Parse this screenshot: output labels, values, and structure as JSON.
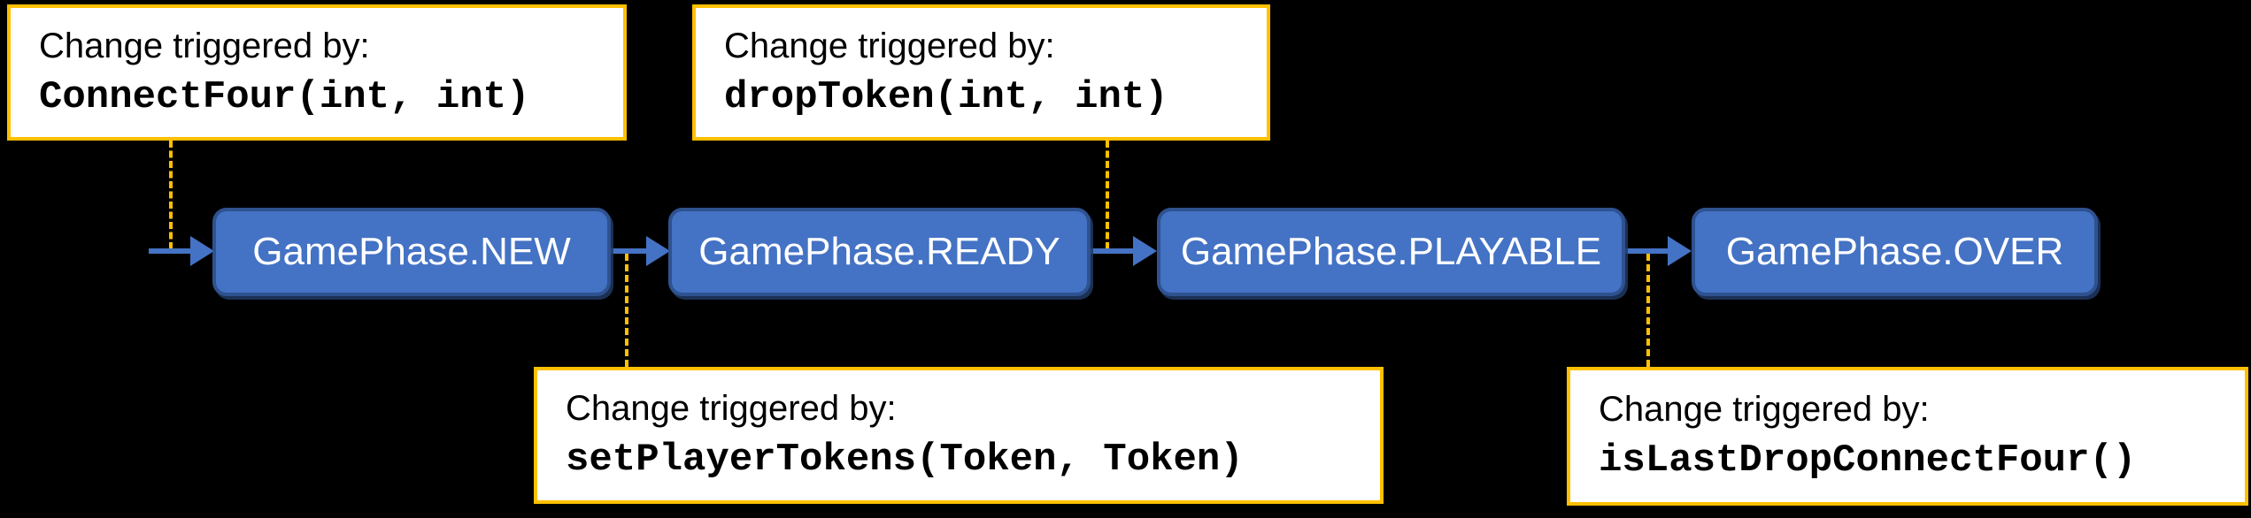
{
  "diagram": {
    "title": "GamePhase state transition diagram",
    "colors": {
      "background": "#000000",
      "state_fill": "#4472C4",
      "state_border": "#2F528F",
      "state_text": "#FFFFFF",
      "annotation_border": "#FFC000",
      "annotation_fill": "#FFFFFF",
      "annotation_text": "#000000",
      "arrow": "#4472C4",
      "connector": "#FFC000"
    },
    "states": [
      {
        "label": "GamePhase.NEW"
      },
      {
        "label": "GamePhase.READY"
      },
      {
        "label": "GamePhase.PLAYABLE"
      },
      {
        "label": "GamePhase.OVER"
      }
    ],
    "annotations": [
      {
        "position": "top-left",
        "line1": "Change triggered by:",
        "code": "ConnectFour(int, int)"
      },
      {
        "position": "top-middle",
        "line1": "Change triggered by:",
        "code": "dropToken(int, int)"
      },
      {
        "position": "bottom-middle",
        "line1": "Change triggered by:",
        "code": "setPlayerTokens(Token, Token)"
      },
      {
        "position": "bottom-right",
        "line1": "Change triggered by:",
        "code": "isLastDropConnectFour()"
      }
    ]
  }
}
